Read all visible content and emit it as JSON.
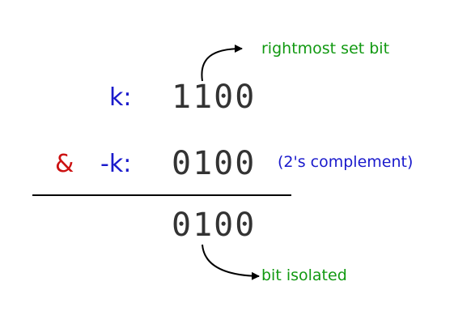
{
  "rows": {
    "k_label": "k:",
    "k_bits": "1100",
    "op_symbol": "&",
    "neg_k_label": "-k:",
    "neg_k_bits": "0100",
    "neg_k_note": "(2's complement)",
    "result_bits": "0100"
  },
  "annotations": {
    "top": "rightmost set bit",
    "bottom": "bit isolated"
  },
  "colors": {
    "label_blue": "#1a1acc",
    "op_red": "#cc1111",
    "annotation_green": "#119911",
    "bits_gray": "#333333",
    "line_black": "#000000"
  }
}
